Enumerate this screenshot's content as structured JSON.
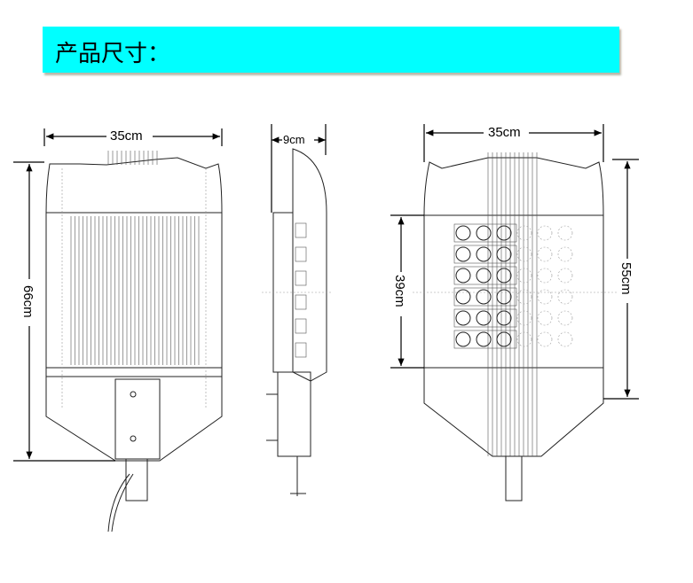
{
  "header": {
    "title": "产品尺寸：",
    "background": "#00ffff"
  },
  "front_view": {
    "width_label": "35cm",
    "height_label": "66cm"
  },
  "side_view": {
    "depth_label": "9cm"
  },
  "back_view": {
    "width_label": "35cm",
    "height_label": "55cm",
    "led_panel_height_label": "39cm",
    "led_rows": 6,
    "led_columns": 6
  }
}
